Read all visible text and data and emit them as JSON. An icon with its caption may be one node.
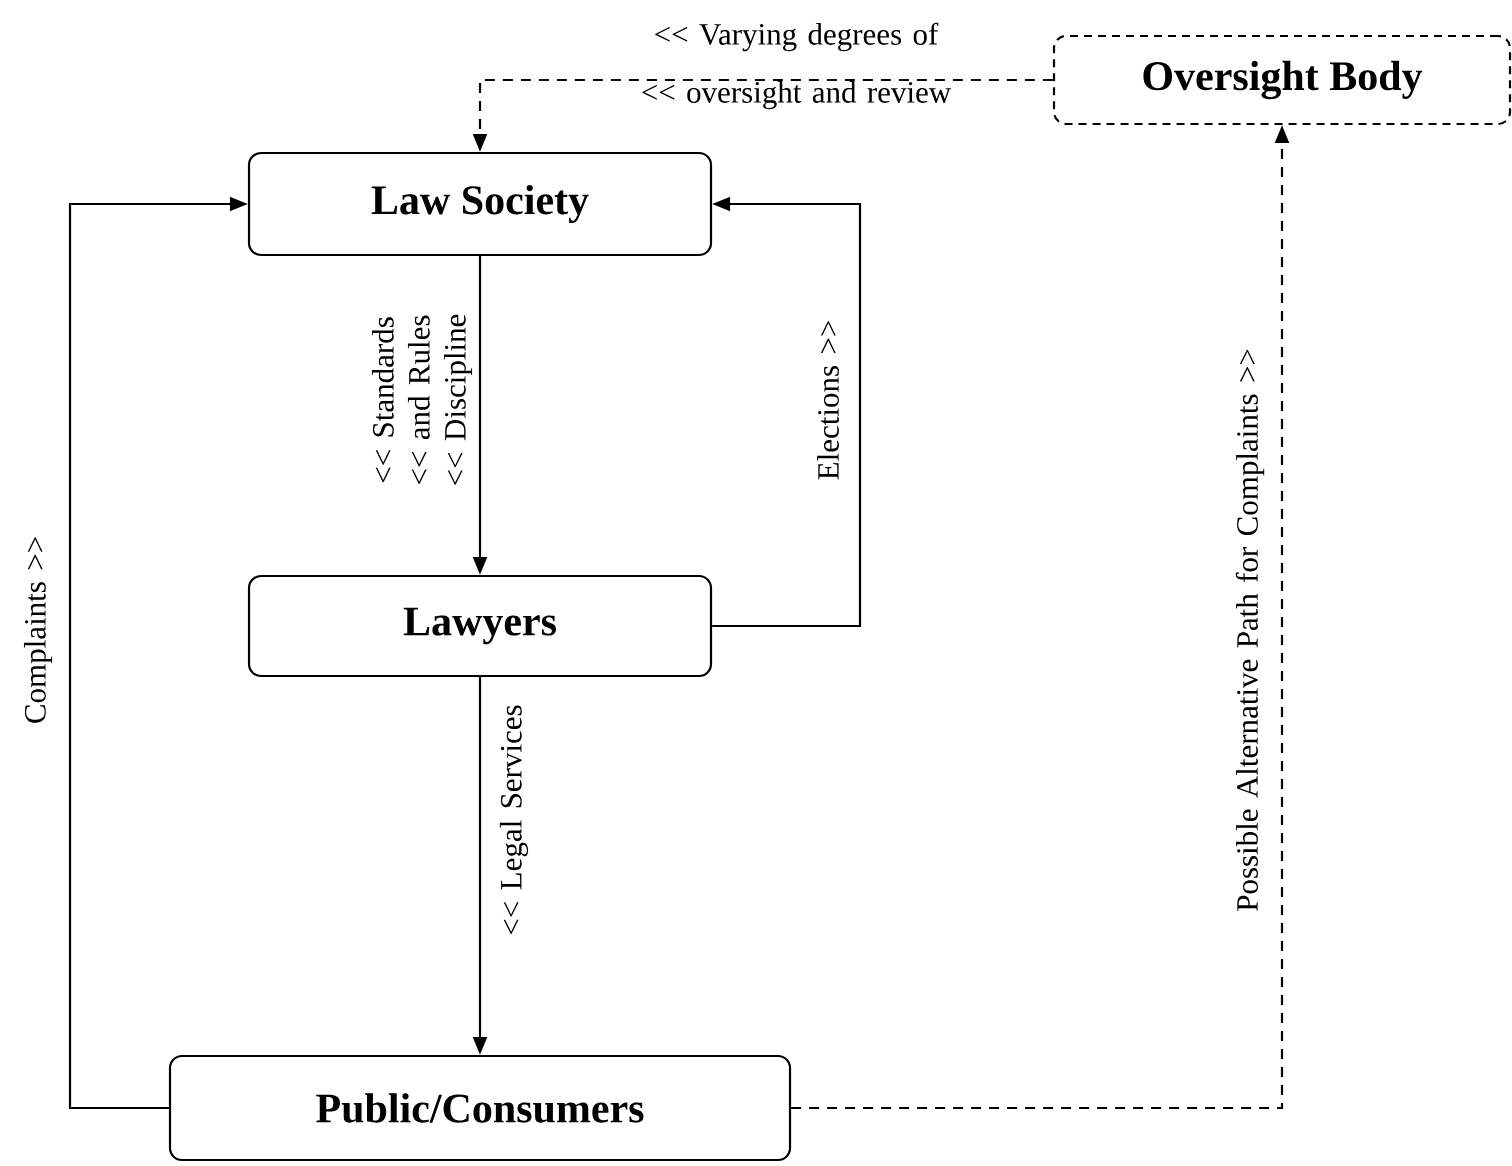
{
  "diagram": {
    "nodes": [
      {
        "text": [
          "Oversight Body"
        ]
      },
      {
        "text": [
          "Law Society"
        ]
      },
      {
        "text": [
          "Lawyers"
        ]
      },
      {
        "text": [
          "Public/Consumers"
        ]
      }
    ],
    "edges": [
      {
        "from": 0,
        "to": 1,
        "arrow": "to",
        "style": "dashed",
        "label": "<< Varying degrees of << oversight and review"
      },
      {
        "from": 1,
        "to": 2,
        "arrow": "to",
        "label": "<< Standards << and Rules << Discipline"
      },
      {
        "from": 2,
        "to": 1,
        "arrow": "to",
        "label": "Elections >>"
      },
      {
        "from": 2,
        "to": 3,
        "arrow": "to",
        "label": "<< Legal Services"
      },
      {
        "from": 3,
        "to": 1,
        "arrow": "to",
        "label": "Complaints >>"
      },
      {
        "from": 3,
        "to": 0,
        "arrow": "to",
        "style": "dashed",
        "label": "Possible Alternative Path for Complaints >>"
      }
    ]
  }
}
